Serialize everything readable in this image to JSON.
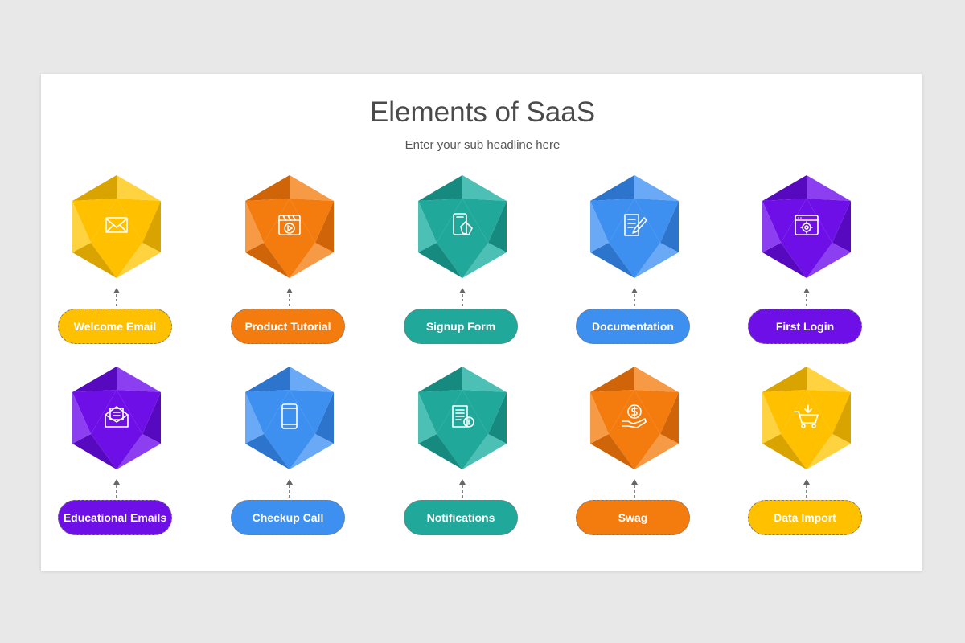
{
  "header": {
    "title": "Elements of SaaS",
    "subtitle": "Enter your sub headline here"
  },
  "items": [
    {
      "label": "Welcome Email",
      "icon": "envelope-icon",
      "color": "#ffc000",
      "light": "#ffd23f",
      "dark": "#d9a300"
    },
    {
      "label": "Product Tutorial",
      "icon": "video-player-icon",
      "color": "#f47c0f",
      "light": "#f79a45",
      "dark": "#cf6508"
    },
    {
      "label": "Signup Form",
      "icon": "mobile-touch-icon",
      "color": "#20a89b",
      "light": "#4dc0b5",
      "dark": "#178a7f"
    },
    {
      "label": "Documentation",
      "icon": "document-edit-icon",
      "color": "#3d8ff0",
      "light": "#69a9f5",
      "dark": "#2c74cc"
    },
    {
      "label": "First Login",
      "icon": "web-settings-icon",
      "color": "#6f0fe8",
      "light": "#8b3ff0",
      "dark": "#5709bf"
    },
    {
      "label": "Educational Emails",
      "icon": "open-mail-icon",
      "color": "#6f0fe8",
      "light": "#8b3ff0",
      "dark": "#5709bf"
    },
    {
      "label": "Checkup Call",
      "icon": "smartphone-icon",
      "color": "#3d8ff0",
      "light": "#69a9f5",
      "dark": "#2c74cc"
    },
    {
      "label": "Notifications",
      "icon": "document-info-icon",
      "color": "#20a89b",
      "light": "#4dc0b5",
      "dark": "#178a7f"
    },
    {
      "label": "Swag",
      "icon": "money-hand-icon",
      "color": "#f47c0f",
      "light": "#f79a45",
      "dark": "#cf6508"
    },
    {
      "label": "Data Import",
      "icon": "shopping-cart-icon",
      "color": "#ffc000",
      "light": "#ffd23f",
      "dark": "#d9a300"
    }
  ]
}
